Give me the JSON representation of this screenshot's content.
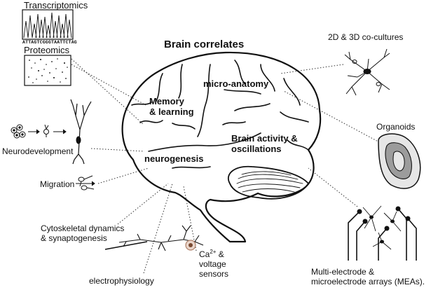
{
  "title": "Brain correlates",
  "regions": {
    "memory": [
      "Memory",
      "& learning"
    ],
    "microanatomy": "micro-anatomy",
    "activity": [
      "Brain activity &",
      "oscillations"
    ],
    "neurogenesis": "neurogenesis"
  },
  "left_labels": {
    "transcriptomics": "Transcriptomics",
    "sequence": "ATTAGTCGGGTAATTCTAG",
    "proteomics": "Proteomics",
    "neurodevelopment": "Neurodevelopment",
    "migration": "Migration",
    "cytoskeletal": [
      "Cytoskeletal dynamics",
      "& synaptogenesis"
    ],
    "electrophysiology": "electrophysiology",
    "calcium": {
      "ca": "Ca",
      "sup": "2+",
      "rest": " &",
      "line2": "voltage",
      "line3": "sensors"
    }
  },
  "right_labels": {
    "cocultures": "2D & 3D co-cultures",
    "organoids": "Organoids",
    "mea": [
      "Multi-electrode &",
      "microelectrode arrays (MEAs)."
    ]
  },
  "colors": {
    "ink": "#111111",
    "organoid_outer": "#e6e6e6",
    "organoid_inner": "#9c9c9c",
    "electrode_tip": "#111111",
    "highlight": "#b0826a"
  }
}
